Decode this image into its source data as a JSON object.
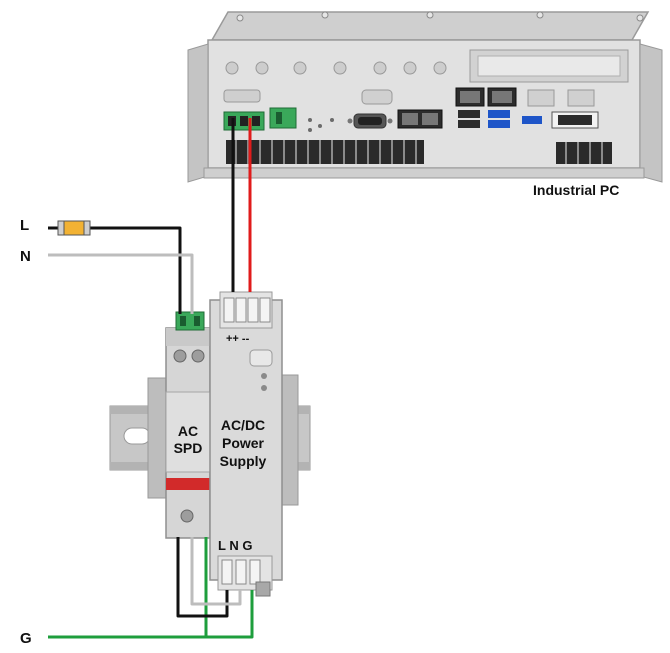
{
  "labels": {
    "line": "L",
    "neutral": "N",
    "ground": "G",
    "industrial_pc": "Industrial PC",
    "spd_line1": "AC",
    "spd_line2": "SPD",
    "psu_line1": "AC/DC",
    "psu_line2": "Power",
    "psu_line3": "Supply",
    "psu_input_terminals": "L N G",
    "psu_output_terminals": "++ --"
  },
  "colors": {
    "line_wire": "#111111",
    "neutral_wire": "#bdbdbd",
    "ground_wire": "#1e9e3c",
    "dc_positive_wire": "#e01b1b",
    "dc_negative_wire": "#111111",
    "fuse": "#f2b233",
    "terminal_block": "#3aa85a",
    "din_rail": "#c9c9c9",
    "device_body": "#d9d9d9",
    "spd_stripe": "#d22a2a",
    "pc_chassis": "#dcdcdc"
  },
  "icons": [
    "fuse-icon",
    "terminal-block-icon",
    "ethernet-port-icon",
    "usb-port-icon",
    "serial-port-icon",
    "dvi-port-icon"
  ]
}
